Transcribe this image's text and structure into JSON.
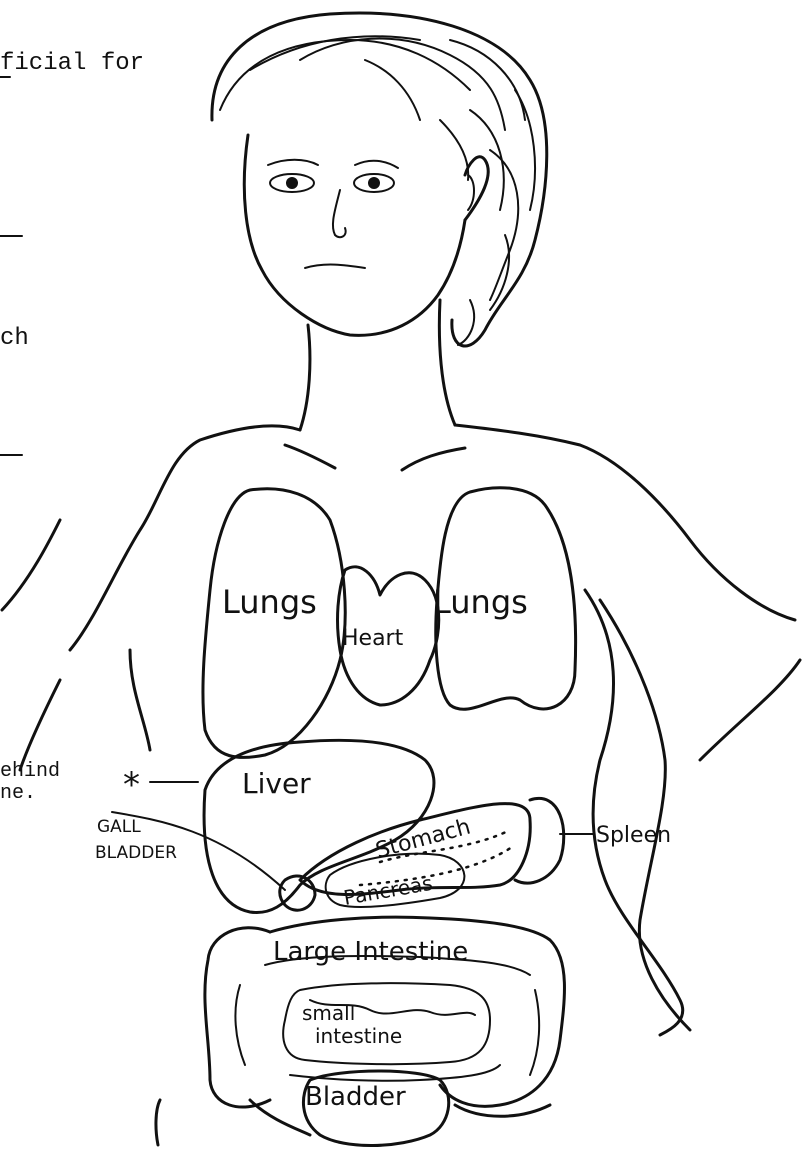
{
  "typed_text": {
    "line1": "ficial for",
    "line2": "ch",
    "line3": "ehind",
    "line4": "ne."
  },
  "labels": {
    "lungs_left": "Lungs",
    "lungs_right": "Lungs",
    "heart": "Heart",
    "liver": "Liver",
    "stomach": "Stomach",
    "pancreas": "Pancreas",
    "spleen": "Spleen",
    "gall": "GALL",
    "bladder_gall": "BLADDER",
    "large_intestine": "Large Intestine",
    "small": "small",
    "intestine": "intestine",
    "bladder": "Bladder",
    "asterisk": "*"
  }
}
